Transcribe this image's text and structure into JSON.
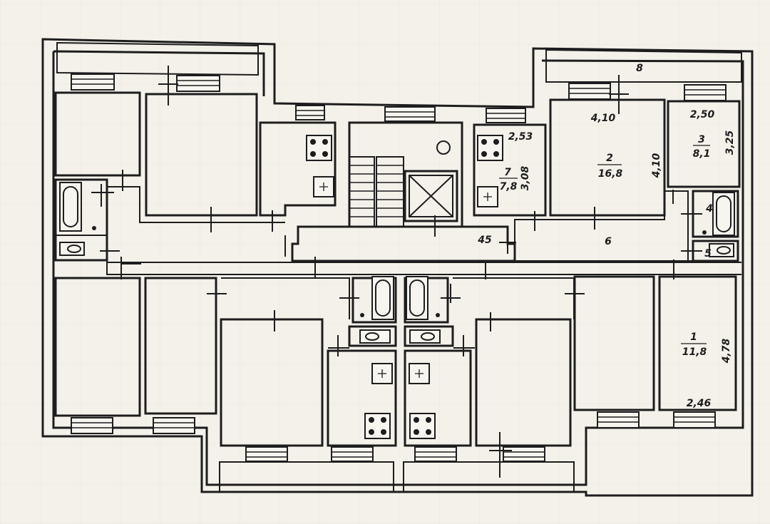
{
  "plan": {
    "labels": {
      "balcony_8": "8",
      "room2_width": "4,10",
      "room2_depth": "4,10",
      "room2_num": "2",
      "room2_area": "16,8",
      "room3_width": "2,50",
      "room3_depth": "3,25",
      "room3_num": "3",
      "room3_area": "8,1",
      "kitchen7_width": "2,53",
      "kitchen7_depth": "3,08",
      "kitchen7_num": "7",
      "kitchen7_area": "7,8",
      "bath_4": "4",
      "wc_5": "5",
      "hall_6": "6",
      "corridor_45": "45",
      "room1_num": "1",
      "room1_area": "11,8",
      "room1_depth": "4,78",
      "room1_width": "2,46"
    }
  }
}
